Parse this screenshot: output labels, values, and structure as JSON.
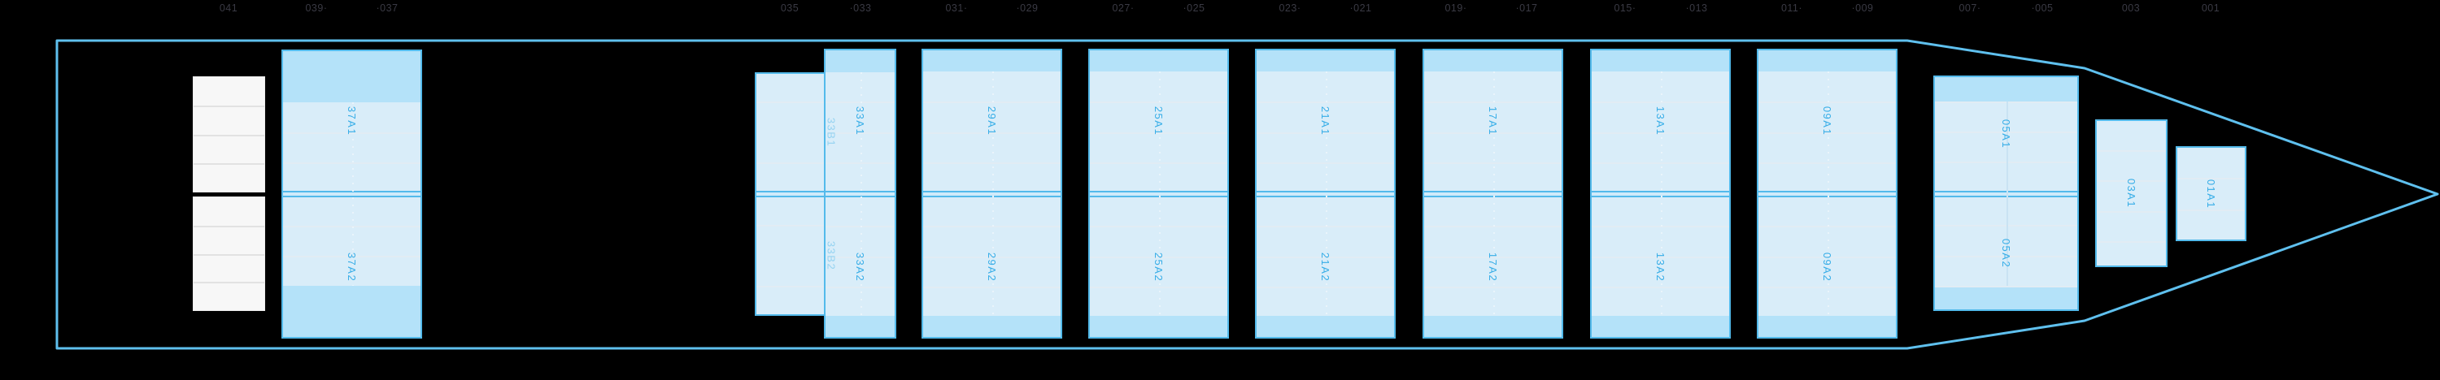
{
  "axis": {
    "labels": [
      "041",
      "039·",
      "·037",
      "035",
      "·033",
      "031·",
      "·029",
      "027·",
      "·025",
      "023·",
      "·021",
      "019·",
      "·017",
      "015·",
      "·013",
      "011·",
      "·009",
      "007·",
      "·005",
      "003",
      "001"
    ]
  },
  "bays": [
    {
      "id": "37",
      "cells": [
        "37A1",
        "37A2"
      ]
    },
    {
      "id": "33B",
      "cells": [
        "33B1",
        "33B2"
      ]
    },
    {
      "id": "33A",
      "cells": [
        "33A1",
        "33A2"
      ]
    },
    {
      "id": "29",
      "cells": [
        "29A1",
        "29A2"
      ]
    },
    {
      "id": "25",
      "cells": [
        "25A1",
        "25A2"
      ]
    },
    {
      "id": "21",
      "cells": [
        "21A1",
        "21A2"
      ]
    },
    {
      "id": "17",
      "cells": [
        "17A1",
        "17A2"
      ]
    },
    {
      "id": "13",
      "cells": [
        "13A1",
        "13A2"
      ]
    },
    {
      "id": "09",
      "cells": [
        "09A1",
        "09A2"
      ]
    },
    {
      "id": "05",
      "cells": [
        "05A1",
        "05A2"
      ]
    },
    {
      "id": "03",
      "cells": [
        "03A1"
      ]
    },
    {
      "id": "01",
      "cells": [
        "01A1"
      ]
    }
  ],
  "colors": {
    "background": "#000000",
    "hull_line": "#5fc0ee",
    "bay_fill": "#d9edf9",
    "bay_cap": "#b4e2f9",
    "bay_border": "#53baeb",
    "bay_label": "#36ade7",
    "bay_label_light": "#93d2f1",
    "axis_label": "#3a3a44",
    "superstructure": "#f7f7f7"
  }
}
